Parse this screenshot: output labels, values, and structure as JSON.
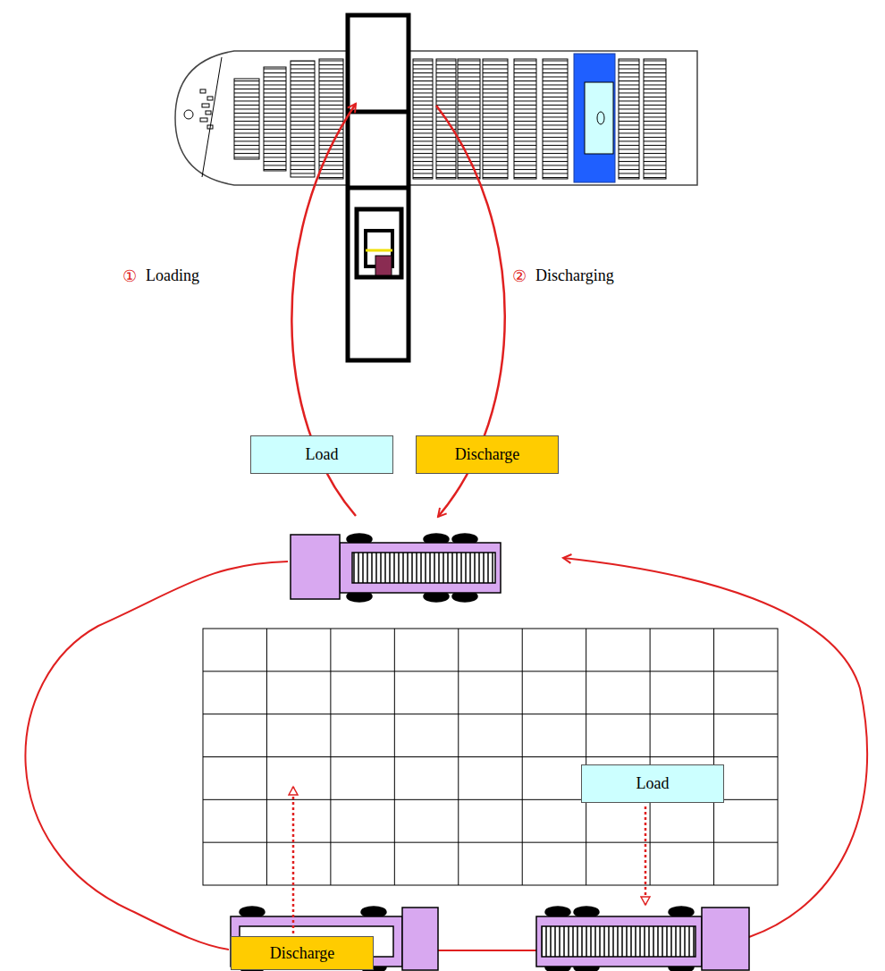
{
  "diagram": {
    "nodes": [
      {
        "text": [
          "Load"
        ]
      },
      {
        "text": [
          "Discharge"
        ]
      },
      {
        "text": [
          "Load"
        ]
      },
      {
        "text": [
          "Discharge"
        ]
      }
    ],
    "labels": [
      "①",
      "Loading",
      "②",
      "Discharging"
    ]
  }
}
